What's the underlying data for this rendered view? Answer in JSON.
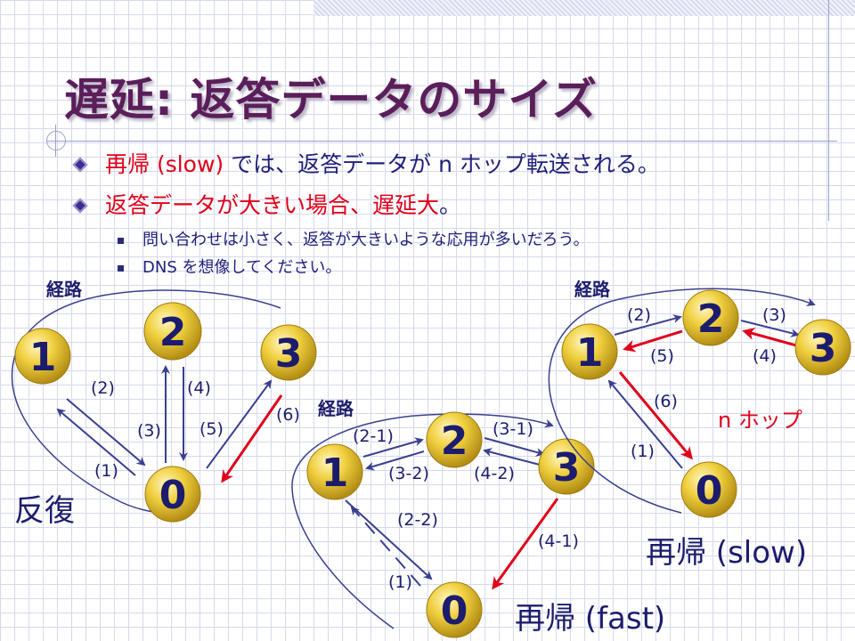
{
  "title": "遅延: 返答データのサイズ",
  "bullets": [
    {
      "highlight": "再帰 (slow)",
      "rest": " では、返答データが n ホップ転送される。"
    },
    {
      "highlight": "返答データが大きい場合、遅延大",
      "rest": "。"
    }
  ],
  "sub_bullets": [
    "問い合わせは小さく、返答が大きいような応用が多いだろう。",
    "DNS を想像してください。"
  ],
  "colors": {
    "title": "#5a1e5a",
    "text": "#1f1f7a",
    "red": "#e0001a",
    "arrow": "#3a3f8f",
    "node": "#e9c534"
  },
  "diagram": {
    "iterative": {
      "label": "反復",
      "route_label": "経路",
      "nodes": [
        "1",
        "2",
        "3",
        "0"
      ],
      "edges": [
        "(1)",
        "(2)",
        "(3)",
        "(4)",
        "(5)",
        "(6)"
      ]
    },
    "recursive_fast": {
      "label": "再帰 (fast)",
      "route_label": "経路",
      "nodes": [
        "1",
        "2",
        "3",
        "0"
      ],
      "edges": [
        "(1)",
        "(2-1)",
        "(3-1)",
        "(3-2)",
        "(4-2)",
        "(2-2)",
        "(4-1)"
      ]
    },
    "recursive_slow": {
      "label": "再帰 (slow)",
      "route_label": "経路",
      "nodes": [
        "1",
        "2",
        "3",
        "0"
      ],
      "edges": [
        "(2)",
        "(3)",
        "(5)",
        "(4)",
        "(6)",
        "(1)"
      ],
      "hop_label": "n ホップ"
    }
  }
}
